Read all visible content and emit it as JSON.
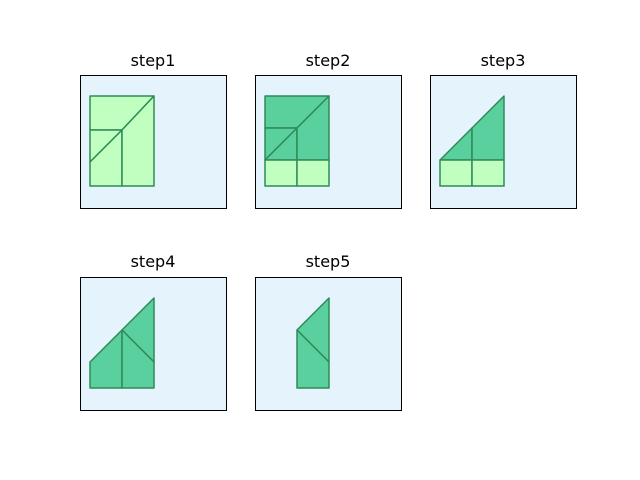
{
  "figure": {
    "background": "#ffffff",
    "panel_fill": "#e5f3fc",
    "panel_border": "#000000",
    "piece_light": "#c1ffc1",
    "piece_dark": "#5bd09f",
    "piece_stroke": "#2e8b57"
  },
  "panels": [
    {
      "title": "step1"
    },
    {
      "title": "step2"
    },
    {
      "title": "step3"
    },
    {
      "title": "step4"
    },
    {
      "title": "step5"
    }
  ]
}
